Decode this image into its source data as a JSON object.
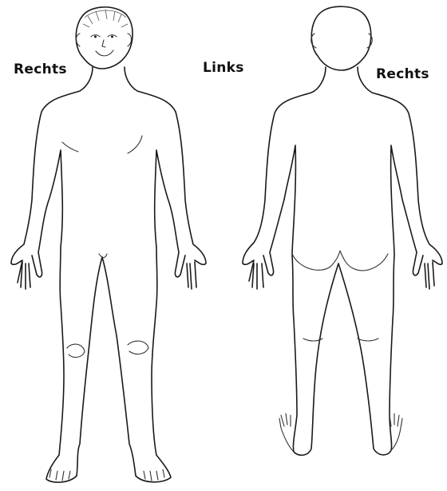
{
  "labels": {
    "front_right": "Rechts",
    "center_left": "Links",
    "back_right": "Rechts"
  },
  "figures": [
    {
      "view": "front"
    },
    {
      "view": "back"
    }
  ]
}
